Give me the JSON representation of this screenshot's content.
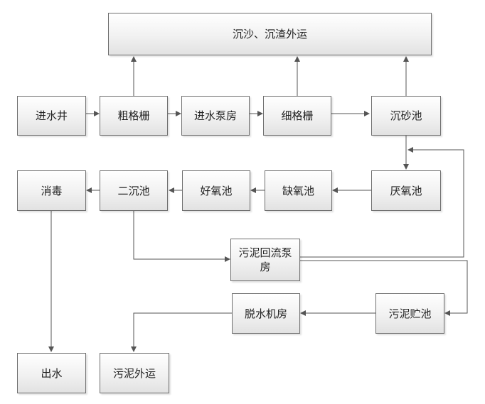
{
  "nodes": {
    "sediment_transport": "沉沙、沉渣外运",
    "inlet_well": "进水井",
    "coarse_screen": "粗格栅",
    "inlet_pump_house": "进水泵房",
    "fine_screen": "细格栅",
    "grit_chamber": "沉砂池",
    "anaerobic_tank": "厌氧池",
    "anoxic_tank": "缺氧池",
    "aerobic_tank": "好氧池",
    "secondary_clarifier": "二沉池",
    "disinfection": "消毒",
    "sludge_return_pump_house_line1": "污泥回流泵",
    "sludge_return_pump_house_line2": "房",
    "sludge_storage_tank": "污泥贮池",
    "dewatering_room": "脱水机房",
    "effluent": "出水",
    "sludge_transport": "污泥外运"
  },
  "edges": [
    {
      "from": "进水井",
      "to": "粗格栅"
    },
    {
      "from": "粗格栅",
      "to": "进水泵房"
    },
    {
      "from": "进水泵房",
      "to": "细格栅"
    },
    {
      "from": "细格栅",
      "to": "沉砂池"
    },
    {
      "from": "粗格栅",
      "to": "沉沙、沉渣外运"
    },
    {
      "from": "细格栅",
      "to": "沉沙、沉渣外运"
    },
    {
      "from": "沉砂池",
      "to": "沉沙、沉渣外运"
    },
    {
      "from": "沉砂池",
      "to": "厌氧池"
    },
    {
      "from": "厌氧池",
      "to": "缺氧池"
    },
    {
      "from": "缺氧池",
      "to": "好氧池"
    },
    {
      "from": "好氧池",
      "to": "二沉池"
    },
    {
      "from": "二沉池",
      "to": "消毒"
    },
    {
      "from": "消毒",
      "to": "出水"
    },
    {
      "from": "二沉池",
      "to": "污泥回流泵房"
    },
    {
      "from": "污泥回流泵房",
      "to": "厌氧池"
    },
    {
      "from": "污泥回流泵房",
      "to": "污泥贮池"
    },
    {
      "from": "污泥贮池",
      "to": "脱水机房"
    },
    {
      "from": "脱水机房",
      "to": "污泥外运"
    }
  ],
  "colors": {
    "border": "#6f6f6f",
    "line": "#555555",
    "box_fill_top": "#ffffff",
    "box_fill_bottom": "#e2e2e2"
  }
}
